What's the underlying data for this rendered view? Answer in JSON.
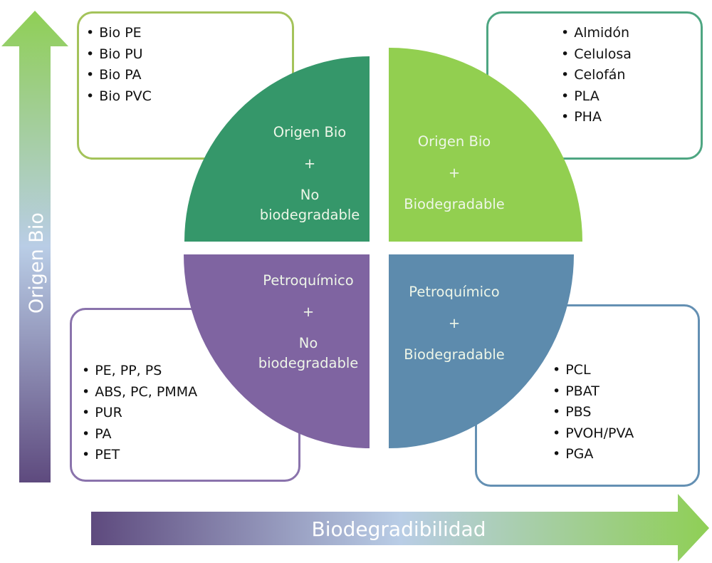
{
  "diagram": {
    "axes": {
      "vertical_label": "Origen Bio",
      "horizontal_label": "Biodegradibilidad"
    },
    "colors": {
      "green_dark": "#35976a",
      "green_light": "#92cf50",
      "purple": "#7f64a1",
      "steel_blue": "#5d8bad",
      "axis_purple": "#5e4a7e",
      "axis_blue": "#b9cde6",
      "axis_green": "#8fcf55"
    },
    "quadrants": {
      "top_left": {
        "line1": "Origen Bio",
        "plus": "+",
        "line2": "No",
        "line3": "biodegradable"
      },
      "top_right": {
        "line1": "Origen Bio",
        "plus": "+",
        "line2": "Biodegradable"
      },
      "bottom_left": {
        "line1": "Petroquímico",
        "plus": "+",
        "line2": "No",
        "line3": "biodegradable"
      },
      "bottom_right": {
        "line1": "Petroquímico",
        "plus": "+",
        "line2": "Biodegradable"
      }
    },
    "boxes": {
      "top_left": [
        "Bio PE",
        "Bio PU",
        "Bio PA",
        "Bio PVC"
      ],
      "top_right": [
        "Almidón",
        "Celulosa",
        "Celofán",
        "PLA",
        "PHA"
      ],
      "bottom_left": [
        "PE, PP, PS",
        "ABS, PC, PMMA",
        "PUR",
        "PA",
        "PET"
      ],
      "bottom_right": [
        "PCL",
        "PBAT",
        "PBS",
        "PVOH/PVA",
        "PGA"
      ]
    }
  }
}
